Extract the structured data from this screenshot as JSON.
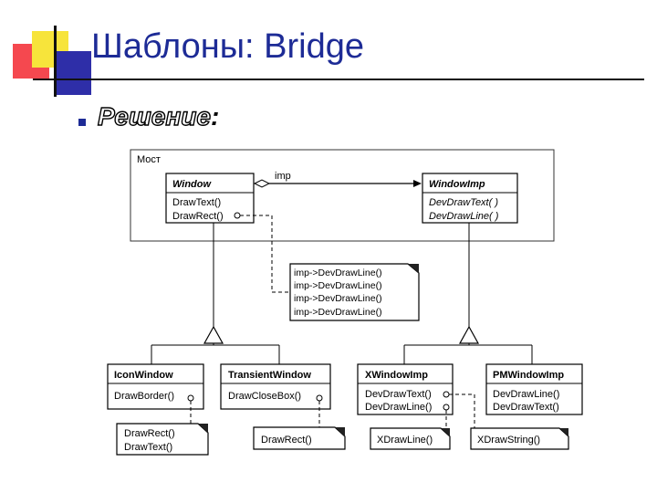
{
  "slide": {
    "title": "Шаблоны: Bridge",
    "bullet_word": "Решение",
    "bullet_colon": ":"
  },
  "diagram": {
    "group_label": "Мост",
    "association_label": "imp",
    "classes": {
      "window": {
        "name": "Window",
        "ops": [
          "DrawText()",
          "DrawRect()"
        ]
      },
      "window_imp": {
        "name": "WindowImp",
        "ops": [
          "DevDrawText( )",
          "DevDrawLine( )"
        ]
      },
      "icon_window": {
        "name": "IconWindow",
        "ops": [
          "DrawBorder()"
        ]
      },
      "transient_window": {
        "name": "TransientWindow",
        "ops": [
          "DrawCloseBox()"
        ]
      },
      "xwindow_imp": {
        "name": "XWindowImp",
        "ops": [
          "DevDrawText()",
          "DevDrawLine()"
        ]
      },
      "pmwindow_imp": {
        "name": "PMWindowImp",
        "ops": [
          "DevDrawLine()",
          "DevDrawText()"
        ]
      }
    },
    "notes": {
      "impl_note": [
        "imp->DevDrawLine()",
        "imp->DevDrawLine()",
        "imp->DevDrawLine()",
        "imp->DevDrawLine()"
      ],
      "icon_note": [
        "DrawRect()",
        "DrawText()"
      ],
      "transient_note": [
        "DrawRect()"
      ],
      "xdrawline_note": [
        "XDrawLine()"
      ],
      "xdrawstring_note": [
        "XDrawString()"
      ]
    }
  },
  "colors": {
    "title": "#1d2b96",
    "deco_red": "#f5484f",
    "deco_yellow": "#f7e43b",
    "deco_blue": "#2e2ea8"
  }
}
